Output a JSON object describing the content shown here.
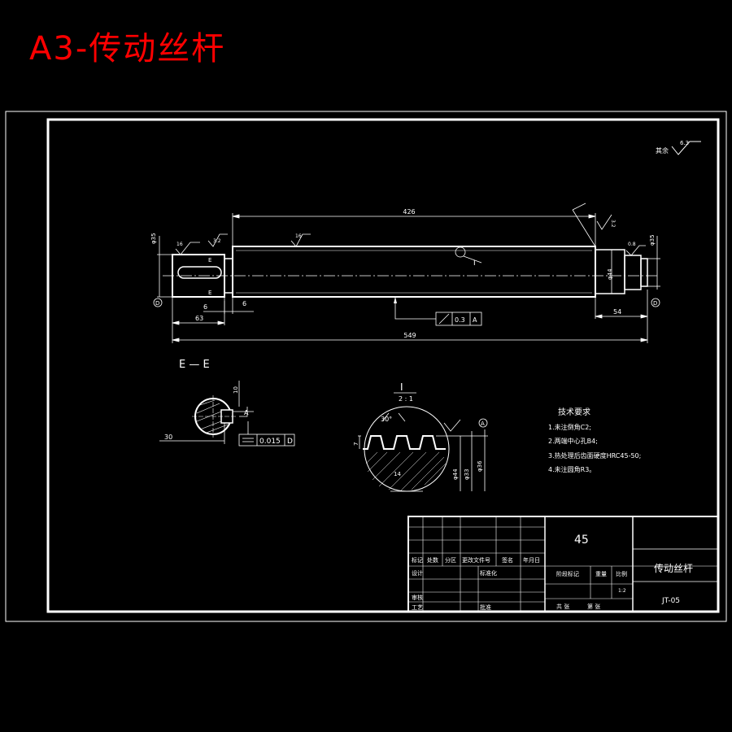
{
  "header": {
    "title": "A3-传动丝杆"
  },
  "roughness_note": {
    "label": "其余",
    "value": "6.3"
  },
  "main_view": {
    "dim_total_length": "426",
    "dim_overall": "549",
    "dim_left_segment": "63",
    "dim_right_segment": "54",
    "dim_groove_a": "6",
    "dim_groove_b": "6",
    "dia_left": "φ35",
    "dia_right": "φ35",
    "dia_mid": "φ44",
    "rough_left_a": "16",
    "rough_left_b": "3.2",
    "rough_mid": "16",
    "rough_right_a": "3.2",
    "rough_right_b": "0.8",
    "detail_callout": "I",
    "datum": "D",
    "section_mark": "E",
    "tolerance": {
      "value": "0.3",
      "datum": "A"
    }
  },
  "section_view": {
    "title": "E — E",
    "dim_width": "30",
    "dim_depth": "10",
    "datum": "A",
    "tolerance": {
      "value": "0.015",
      "datum": "D"
    }
  },
  "detail_view": {
    "title": "I",
    "scale": "2 : 1",
    "angle": "30°",
    "dim_pitch": "7",
    "dim_width": "14",
    "dia_a": "φ44",
    "dia_b": "φ33",
    "dia_c": "φ36",
    "datum": "A"
  },
  "technical_requirements": {
    "heading": "技术要求",
    "items": [
      "1.未注倒角C2;",
      "2.两端中心孔B4;",
      "3.热处理后齿面硬度HRC45-50;",
      "4.未注圆角R3。"
    ]
  },
  "title_block": {
    "material": "45",
    "part_name": "传动丝杆",
    "drawing_no": "JT-05",
    "scale_value": "1:2",
    "row_labels": [
      "标记",
      "处数",
      "分区",
      "更改文件号",
      "签名",
      "年月日"
    ],
    "design_label": "设计",
    "standard_label": "标准化",
    "review_label": "审核",
    "process_label": "工艺",
    "approve_label": "批准",
    "stage_label": "阶段标记",
    "weight_label": "重量",
    "scale_label": "比例",
    "sheet_total": "共  张",
    "sheet_no": "第  张"
  }
}
